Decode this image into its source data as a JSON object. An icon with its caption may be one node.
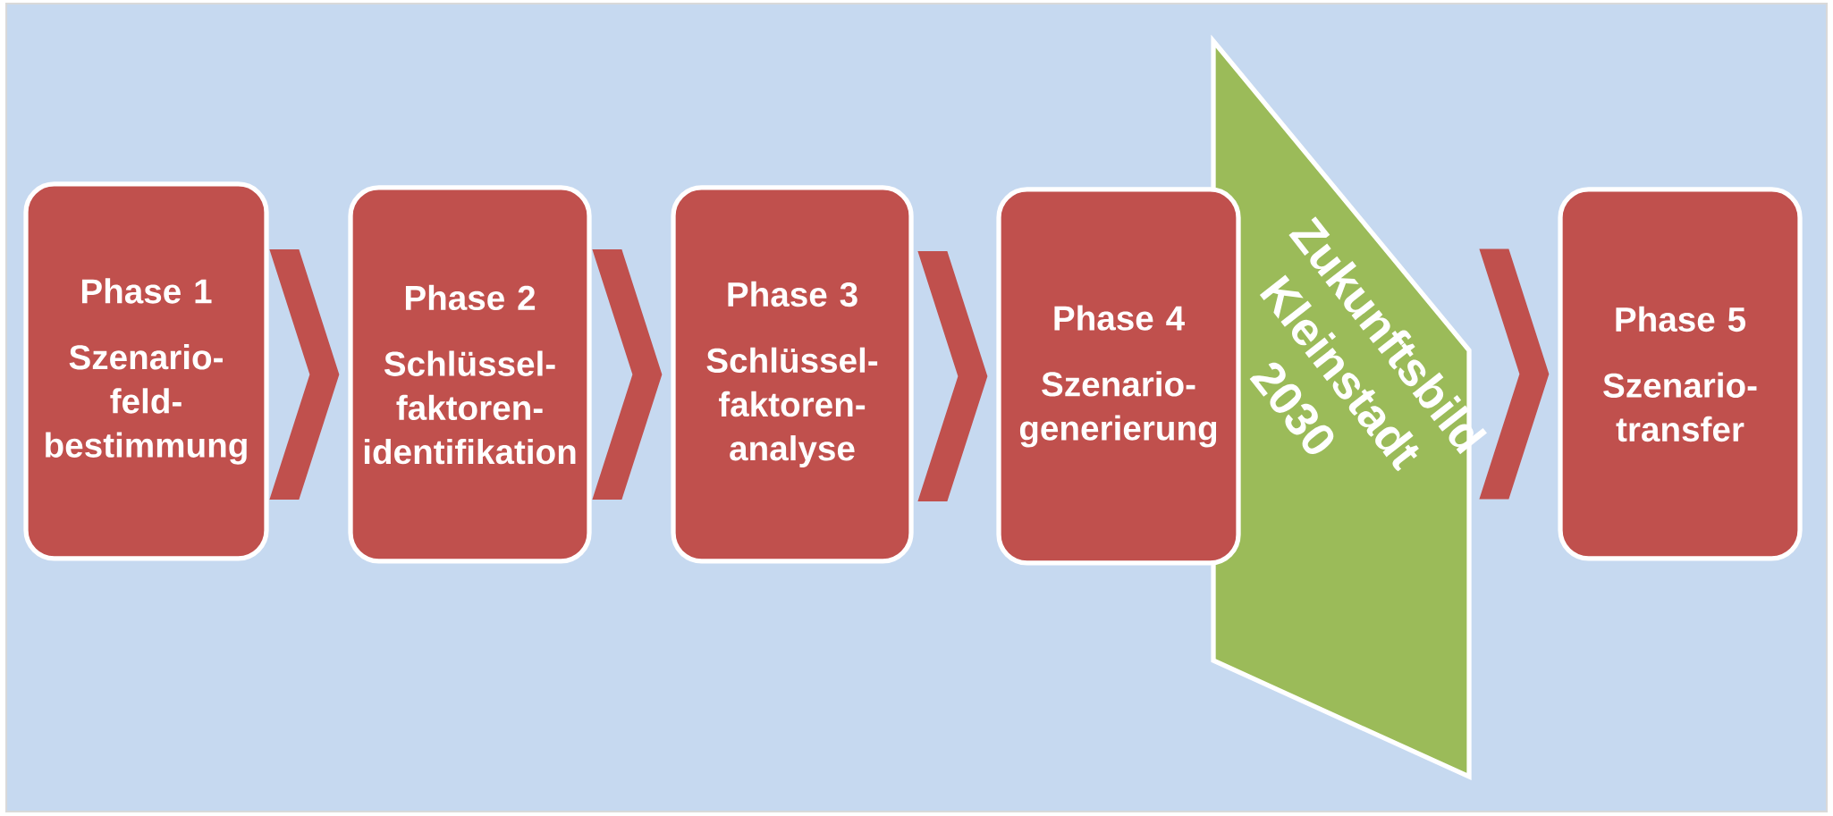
{
  "diagram": {
    "nodes": [
      {
        "text": [
          "Phase 1",
          "Szenario- feld- bestimmung"
        ]
      },
      {
        "text": [
          "Phase 2",
          "Schlüssel- faktoren- identifikation"
        ]
      },
      {
        "text": [
          "Phase 3",
          "Schlüssel- faktoren- analyse"
        ]
      },
      {
        "text": [
          "Phase 4",
          "Szenario- generierung"
        ]
      },
      {
        "text": [
          "Zukunftsbild Kleinstadt 2030"
        ]
      },
      {
        "text": [
          "Phase 5",
          "Szenario- transfer"
        ]
      }
    ],
    "edges": [
      {
        "from": 0,
        "to": 1,
        "arrow": "to"
      },
      {
        "from": 1,
        "to": 2,
        "arrow": "to"
      },
      {
        "from": 2,
        "to": 3,
        "arrow": "to"
      },
      {
        "from": 4,
        "to": 5,
        "arrow": "to"
      }
    ]
  }
}
